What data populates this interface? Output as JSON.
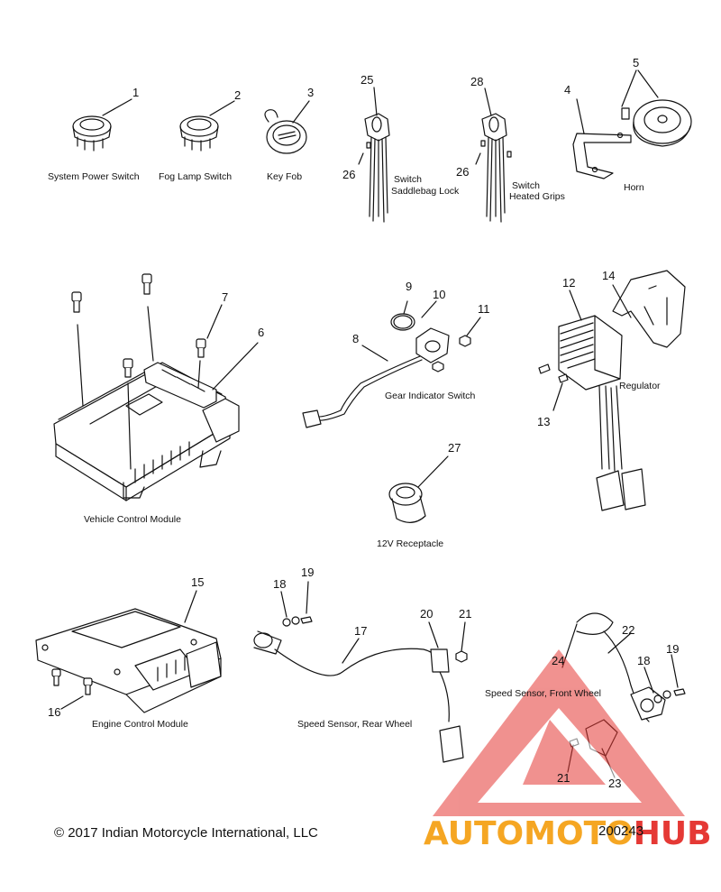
{
  "parts": {
    "p1": {
      "num": "1",
      "caption": "System Power Switch"
    },
    "p2": {
      "num": "2",
      "caption": "Fog Lamp Switch"
    },
    "p3": {
      "num": "3",
      "caption": "Key Fob"
    },
    "p25": {
      "num": "25",
      "caption_line1": "Switch",
      "caption_line2": "Saddlebag Lock"
    },
    "p26a": {
      "num": "26"
    },
    "p28": {
      "num": "28",
      "caption_line1": "Switch",
      "caption_line2": "Heated Grips"
    },
    "p26b": {
      "num": "26"
    },
    "p4": {
      "num": "4"
    },
    "p5": {
      "num": "5",
      "caption": "Horn"
    },
    "p6": {
      "num": "6",
      "caption": "Vehicle Control Module"
    },
    "p7": {
      "num": "7"
    },
    "p8": {
      "num": "8",
      "caption": "Gear Indicator Switch"
    },
    "p9": {
      "num": "9"
    },
    "p10": {
      "num": "10"
    },
    "p11": {
      "num": "11"
    },
    "p12": {
      "num": "12",
      "caption": "Regulator"
    },
    "p13": {
      "num": "13"
    },
    "p14": {
      "num": "14"
    },
    "p27": {
      "num": "27",
      "caption": "12V Receptacle"
    },
    "p15": {
      "num": "15",
      "caption": "Engine Control Module"
    },
    "p16": {
      "num": "16"
    },
    "p17": {
      "num": "17",
      "caption": "Speed Sensor, Rear Wheel"
    },
    "p18a": {
      "num": "18"
    },
    "p19a": {
      "num": "19"
    },
    "p20": {
      "num": "20"
    },
    "p21a": {
      "num": "21"
    },
    "p22": {
      "num": "22",
      "caption": "Speed Sensor, Front Wheel"
    },
    "p24": {
      "num": "24"
    },
    "p18b": {
      "num": "18"
    },
    "p19b": {
      "num": "19"
    },
    "p21b": {
      "num": "21"
    },
    "p23": {
      "num": "23"
    }
  },
  "footer": {
    "copyright": "© 2017 Indian Motorcycle International, LLC",
    "diagram_id": "200243"
  },
  "watermark": {
    "word_part1": "AUTOMOTO",
    "word_part2": "HUB",
    "color_primary": "#f5a623",
    "color_secondary": "#e53935"
  }
}
